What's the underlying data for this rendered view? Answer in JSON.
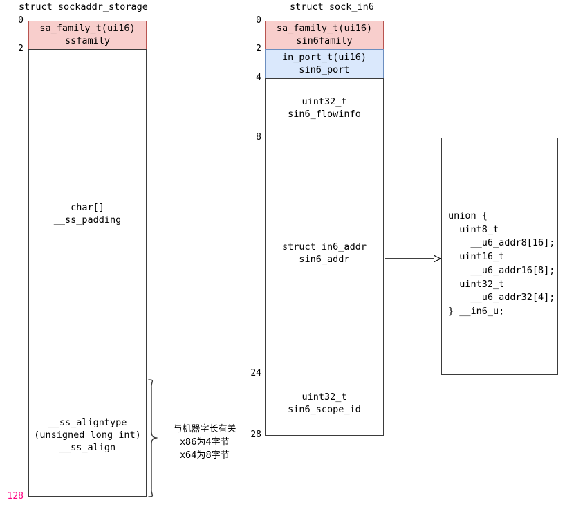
{
  "diagram": {
    "title_left": "struct sockaddr_storage",
    "title_right": "struct sock_in6",
    "colors": {
      "pink_fill": "#f8cecc",
      "pink_stroke": "#b85450",
      "blue_fill": "#dae8fc",
      "blue_stroke": "#6c8ebf",
      "box_stroke": "#3b3b3b",
      "highlight_text": "#ff0080"
    }
  },
  "sockaddr_storage": {
    "title": "struct sockaddr_storage",
    "offsets": [
      "0",
      "2",
      "128"
    ],
    "fields": [
      {
        "type": "sa_family_t(ui16)",
        "name": "ssfamily",
        "fill": "pink"
      },
      {
        "type": "char[]",
        "name": "__ss_padding",
        "fill": "none"
      },
      {
        "type": "__ss_aligntype",
        "name": "(unsigned long int)\n__ss_align",
        "fill": "none"
      }
    ],
    "field_labels": [
      "sa_family_t(ui16)\nssfamily",
      "char[]\n__ss_padding",
      "__ss_aligntype\n(unsigned long int)\n__ss_align"
    ]
  },
  "sock_in6": {
    "title": "struct sock_in6",
    "offsets": [
      "0",
      "2",
      "4",
      "8",
      "24",
      "28"
    ],
    "field_labels": [
      "sa_family_t(ui16)\nsin6family",
      "in_port_t(ui16)\nsin6_port",
      "uint32_t\nsin6_flowinfo",
      "struct in6_addr\nsin6_addr",
      "uint32_t\nsin6_scope_id"
    ],
    "fills": [
      "pink",
      "blue",
      "none",
      "none",
      "none"
    ]
  },
  "union_box": {
    "text": "union {\n  uint8_t\n    __u6_addr8[16];\n  uint16_t\n    __u6_addr16[8];\n  uint32_t\n    __u6_addr32[4];\n} __in6_u;"
  },
  "brace_note": {
    "text": "与机器字长有关\nx86为4字节\nx64为8字节"
  }
}
